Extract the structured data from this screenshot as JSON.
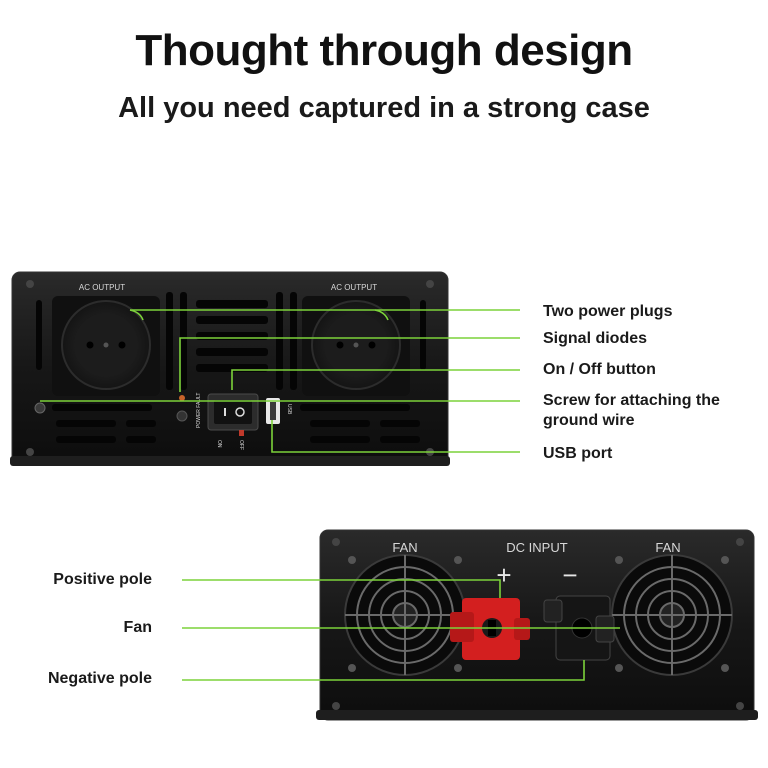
{
  "heading": {
    "title": "Thought through design",
    "subtitle": "All you need captured in a strong case"
  },
  "accent_color": "#7cd23a",
  "front_panel": {
    "socket_label_left": "AC OUTPUT",
    "socket_label_right": "AC OUTPUT",
    "power_fault": "POWER FAULT",
    "on": "ON",
    "off": "OFF",
    "usb": "USB",
    "callouts": [
      "Two power plugs",
      "Signal diodes",
      "On / Off button",
      "Screw for attaching the ground wire",
      "USB port"
    ]
  },
  "back_panel": {
    "fan_left": "FAN",
    "dc_input": "DC INPUT",
    "fan_right": "FAN",
    "plus": "+",
    "minus": "−",
    "callouts": [
      "Positive pole",
      "Fan",
      "Negative pole"
    ]
  }
}
